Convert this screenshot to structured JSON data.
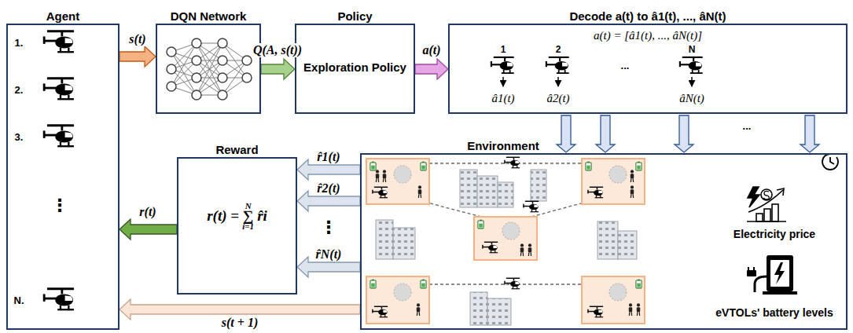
{
  "diagram": {
    "nodes": [
      {
        "text": [
          "Agent"
        ]
      },
      {
        "text": [
          "DQN Network"
        ]
      },
      {
        "text": [
          "Policy",
          "Exploration Policy"
        ]
      },
      {
        "text": [
          "Decode a(t) to â1(t), ..., âN(t)",
          "a(t) = [â1(t), ..., âN(t)]"
        ]
      },
      {
        "text": [
          "Environment"
        ]
      },
      {
        "text": [
          "Reward",
          "r(t) = ∑ r̂i"
        ]
      }
    ],
    "edges": [
      {
        "from": 0,
        "to": 1,
        "arrow": "to",
        "label": "s(t)"
      },
      {
        "from": 1,
        "to": 2,
        "arrow": "to",
        "label": "Q(A, s(t))"
      },
      {
        "from": 2,
        "to": 3,
        "arrow": "to",
        "label": "a(t)"
      },
      {
        "from": 3,
        "to": 4,
        "arrow": "to"
      },
      {
        "from": 3,
        "to": 4,
        "arrow": "to"
      },
      {
        "from": 3,
        "to": 4,
        "arrow": "to"
      },
      {
        "from": 3,
        "to": 4,
        "arrow": "to"
      },
      {
        "from": 4,
        "to": 5,
        "arrow": "to",
        "label": "r̂1(t)"
      },
      {
        "from": 4,
        "to": 5,
        "arrow": "to",
        "label": "r̂2(t)"
      },
      {
        "from": 4,
        "to": 5,
        "arrow": "to",
        "label": "r̂N(t)"
      },
      {
        "from": 5,
        "to": 0,
        "arrow": "to",
        "label": "r(t)"
      },
      {
        "from": 4,
        "to": 0,
        "arrow": "to",
        "label": "s(t + 1)"
      }
    ],
    "labels": [
      "1.",
      "2.",
      "3.",
      "⋮",
      "N.",
      "1",
      "2",
      "...",
      "N",
      "â1(t)",
      "â2(t)",
      "âN(t)",
      "...",
      "⋮",
      "N",
      "i=1",
      "Electricity price",
      "eVTOLs' battery levels"
    ]
  }
}
